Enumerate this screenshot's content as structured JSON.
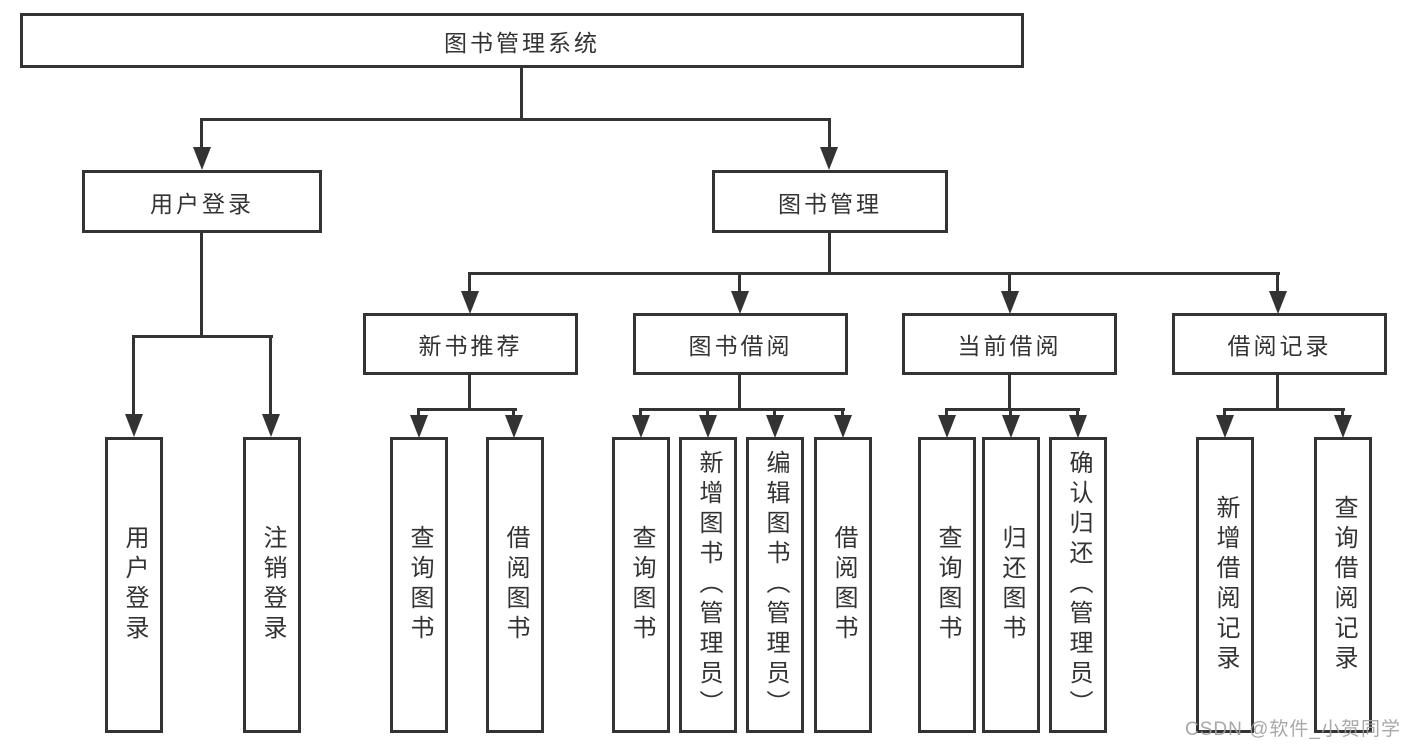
{
  "diagram": {
    "type": "hierarchy-tree",
    "levels": 4,
    "title_node": "图书管理系统"
  },
  "nodes": {
    "root": {
      "label": "图书管理系统"
    },
    "user_login": {
      "label": "用户登录"
    },
    "book_management": {
      "label": "图书管理"
    },
    "new_book_recommend": {
      "label": "新书推荐"
    },
    "book_borrowing": {
      "label": "图书借阅"
    },
    "current_borrowing": {
      "label": "当前借阅"
    },
    "borrowing_records": {
      "label": "借阅记录"
    },
    "login": {
      "label": "用户登录"
    },
    "logout": {
      "label": "注销登录"
    },
    "rec_query_books": {
      "label": "查询图书"
    },
    "rec_borrow_books": {
      "label": "借阅图书"
    },
    "bor_query_books": {
      "label": "查询图书"
    },
    "bor_add_books": {
      "label": "新增图书（管理员）"
    },
    "bor_edit_books": {
      "label": "编辑图书（管理员）"
    },
    "bor_borrow_books": {
      "label": "借阅图书"
    },
    "cur_query_books": {
      "label": "查询图书"
    },
    "cur_return_books": {
      "label": "归还图书"
    },
    "cur_confirm_return": {
      "label": "确认归还（管理员）"
    },
    "log_add_record": {
      "label": "新增借阅记录"
    },
    "log_query_record": {
      "label": "查询借阅记录"
    }
  },
  "edges": [
    {
      "from": "root",
      "to": [
        "user_login",
        "book_management"
      ]
    },
    {
      "from": "user_login",
      "to": [
        "login",
        "logout"
      ]
    },
    {
      "from": "book_management",
      "to": [
        "new_book_recommend",
        "book_borrowing",
        "current_borrowing",
        "borrowing_records"
      ]
    },
    {
      "from": "new_book_recommend",
      "to": [
        "rec_query_books",
        "rec_borrow_books"
      ]
    },
    {
      "from": "book_borrowing",
      "to": [
        "bor_query_books",
        "bor_add_books",
        "bor_edit_books",
        "bor_borrow_books"
      ]
    },
    {
      "from": "current_borrowing",
      "to": [
        "cur_query_books",
        "cur_return_books",
        "cur_confirm_return"
      ]
    },
    {
      "from": "borrowing_records",
      "to": [
        "log_add_record",
        "log_query_record"
      ]
    }
  ],
  "watermark": {
    "text": "CSDN @软件_小贺同学"
  },
  "colors": {
    "line": "#333333",
    "box_border": "#333333",
    "box_fill": "#ffffff",
    "text": "#333333",
    "background": "#ffffff",
    "watermark": "#9e9e9e"
  }
}
